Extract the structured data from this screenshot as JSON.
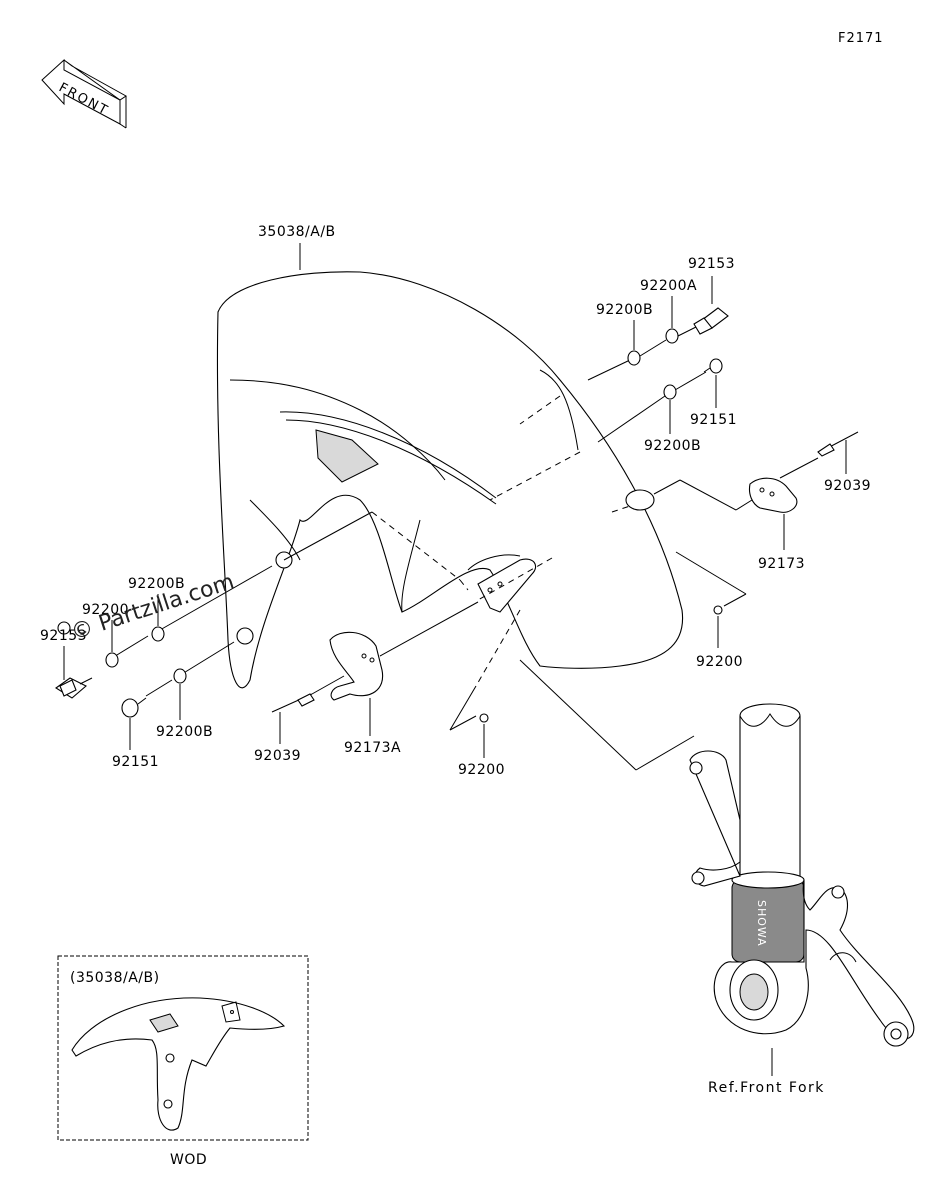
{
  "diagram_code": "F2171",
  "front_label": "FRONT",
  "watermark": "© Partzilla.com",
  "parts": {
    "fender": "35038/A/B",
    "bolt_right": "92153",
    "washer_a_right": "92200A",
    "washer_b_right_top": "92200B",
    "screw_right": "92151",
    "washer_b_right_bottom": "92200B",
    "pin_right": "92039",
    "clamp_right": "92173",
    "nut_right": "92200",
    "washer_b_left_top": "92200B",
    "washer_left": "92200",
    "bolt_left": "92153",
    "screw_left": "92151",
    "washer_b_left_bottom": "92200B",
    "pin_left": "92039",
    "clamp_left": "92173A",
    "nut_center": "92200"
  },
  "ref_front_fork": "Ref.Front Fork",
  "inset": {
    "title": "(35038/A/B)",
    "caption": "WOD"
  }
}
